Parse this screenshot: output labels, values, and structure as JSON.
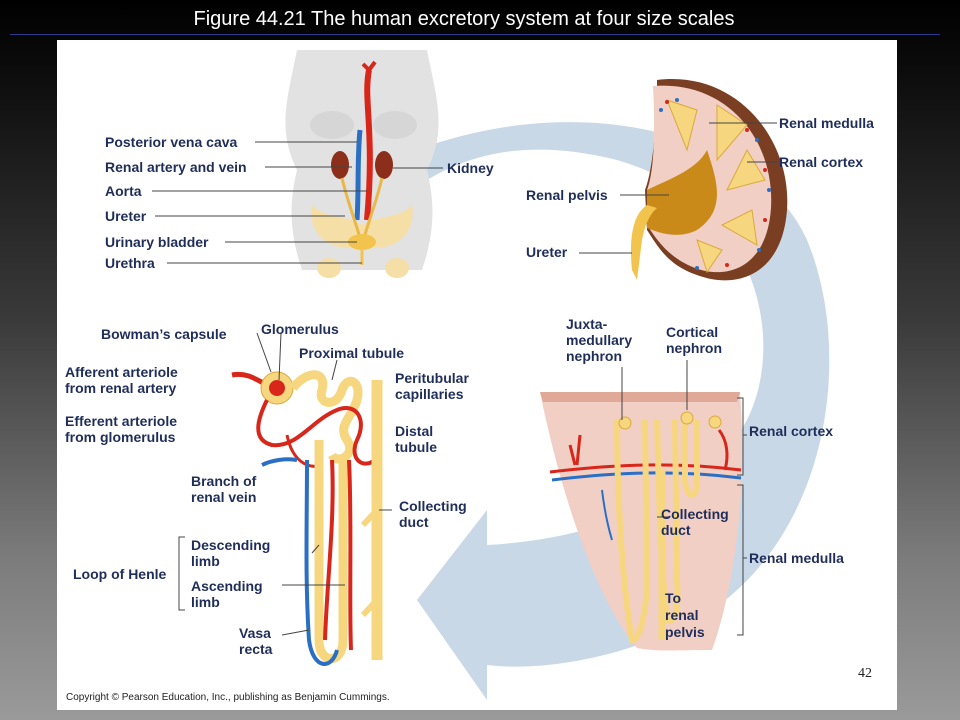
{
  "slide": {
    "title": "Figure 44.21  The human excretory system at four size scales",
    "page_number": "42",
    "copyright": "Copyright © Pearson Education, Inc., publishing as Benjamin Cummings."
  },
  "labels": {
    "posterior_vena_cava": "Posterior vena cava",
    "renal_artery_vein": "Renal artery and vein",
    "aorta": "Aorta",
    "ureter_body": "Ureter",
    "urinary_bladder": "Urinary bladder",
    "urethra": "Urethra",
    "kidney": "Kidney",
    "renal_medulla_top": "Renal medulla",
    "renal_cortex_top": "Renal cortex",
    "renal_pelvis": "Renal pelvis",
    "ureter_kidney": "Ureter",
    "bowmans_capsule": "Bowman’s capsule",
    "glomerulus": "Glomerulus",
    "proximal_tubule": "Proximal tubule",
    "afferent_1": "Afferent arteriole",
    "afferent_2": "from renal artery",
    "peritubular_1": "Peritubular",
    "peritubular_2": "capillaries",
    "efferent_1": "Efferent arteriole",
    "efferent_2": "from glomerulus",
    "distal_1": "Distal",
    "distal_2": "tubule",
    "branch_vein_1": "Branch of",
    "branch_vein_2": "renal vein",
    "collecting_1": "Collecting",
    "collecting_2": "duct",
    "descending_1": "Descending",
    "descending_2": "limb",
    "loop_henle": "Loop of Henle",
    "ascending_1": "Ascending",
    "ascending_2": "limb",
    "vasa_1": "Vasa",
    "vasa_2": "recta",
    "juxta_1": "Juxta-",
    "juxta_2": "medullary",
    "juxta_3": "nephron",
    "cortical_1": "Cortical",
    "cortical_2": "nephron",
    "renal_cortex_sec": "Renal cortex",
    "renal_medulla_sec": "Renal medulla",
    "collecting_sec_1": "Collecting",
    "collecting_sec_2": "duct",
    "to_pelvis_1": "To",
    "to_pelvis_2": "renal",
    "to_pelvis_3": "pelvis"
  },
  "colors": {
    "label_text": "#1f2d5a",
    "artery_red": "#d8261b",
    "vein_blue": "#2a6fc4",
    "tubule_yellow": "#f6d780",
    "flow_arrow": "#c9d8e6",
    "kidney_cortex": "#f2cfc4",
    "kidney_capsule": "#7a3e22"
  }
}
